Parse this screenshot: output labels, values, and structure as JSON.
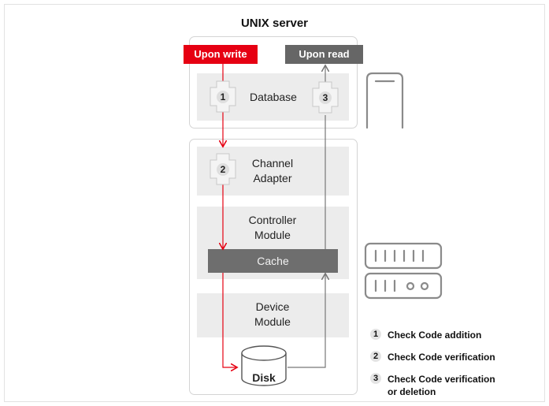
{
  "title": "UNIX server",
  "tags": {
    "write": "Upon write",
    "read": "Upon read"
  },
  "components": {
    "database": "Database",
    "channel_line1": "Channel",
    "channel_line2": "Adapter",
    "controller_line1": "Controller",
    "controller_line2": "Module",
    "cache": "Cache",
    "device_line1": "Device",
    "device_line2": "Module",
    "disk": "Disk"
  },
  "badges": {
    "one": "1",
    "two": "2",
    "three": "3"
  },
  "legend": [
    {
      "num": "1",
      "text": "Check Code addition"
    },
    {
      "num": "2",
      "text": "Check Code verification"
    },
    {
      "num": "3",
      "text_line1": "Check Code verification",
      "text_line2": "or deletion"
    }
  ],
  "colors": {
    "write_flow": "#e60012",
    "read_flow": "#777777",
    "read_tag": "#666666",
    "band": "#ececec"
  },
  "icons": [
    "server-tower-icon",
    "storage-array-icon"
  ]
}
